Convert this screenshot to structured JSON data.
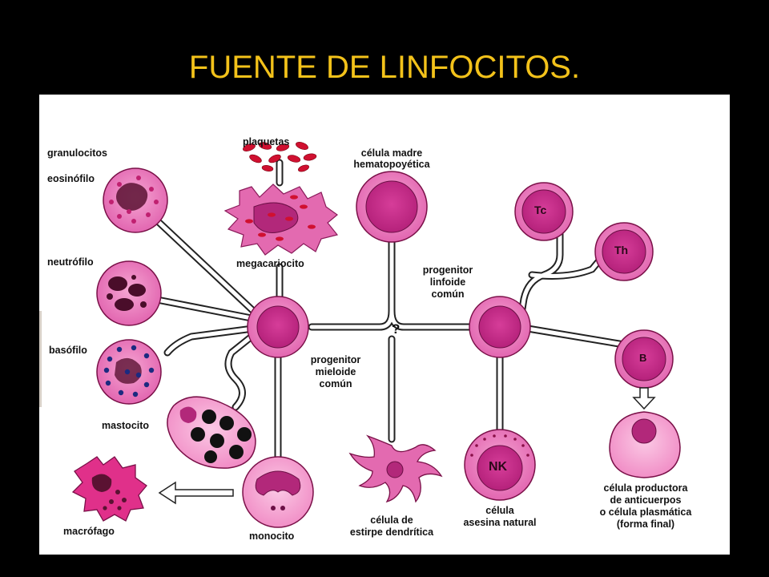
{
  "slide": {
    "title": "FUENTE DE LINFOCITOS."
  },
  "labels": {
    "granulocytes": "granulocitos",
    "eosinophil": "eosinófilo",
    "neutrophil": "neutrófilo",
    "basophil": "basófilo",
    "mast_cell": "mastocito",
    "macrophage": "macrófago",
    "monocyte": "monocito",
    "platelets": "plaquetas",
    "megakaryocyte": "megacariocito",
    "stem_cell_line1": "célula madre",
    "stem_cell_line2": "hematopoyética",
    "myeloid_line1": "progenitor",
    "myeloid_line2": "mieloide",
    "myeloid_line3": "común",
    "lymphoid_line1": "progenitor",
    "lymphoid_line2": "linfoide",
    "lymphoid_line3": "común",
    "question": "?",
    "dendritic_line1": "célula de",
    "dendritic_line2": "estirpe dendrítica",
    "nk_line1": "célula",
    "nk_line2": "asesina natural",
    "plasma_line1": "célula productora",
    "plasma_line2": "de anticuerpos",
    "plasma_line3": "o célula plasmática",
    "plasma_line4": "(forma final)"
  },
  "cell_marks": {
    "tc": "Tc",
    "th": "Th",
    "b": "B",
    "nk": "NK"
  },
  "colors": {
    "background": "#000000",
    "title": "#f3c21a",
    "cell": "#e05aa8",
    "nucleus": "#c42a86",
    "granule": "#4a0d2a",
    "platelet": "#d01030"
  }
}
